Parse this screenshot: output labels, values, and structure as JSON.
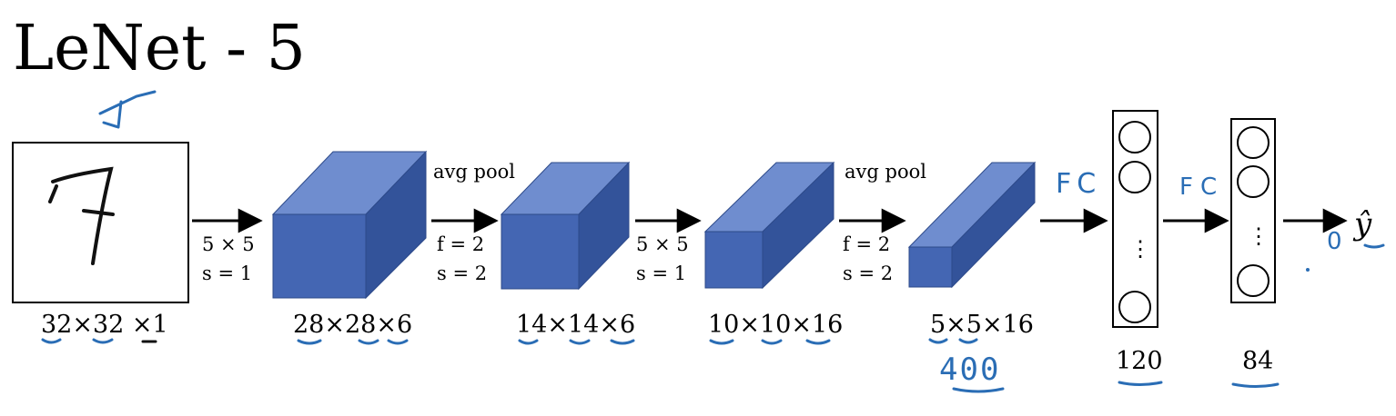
{
  "title": "LeNet - 5",
  "input": {
    "digit": "7",
    "dims": "32×32 ×1"
  },
  "layers": [
    {
      "dims": "28×28×6",
      "op_top": "",
      "op_l1": "5 × 5",
      "op_l2": "s = 1"
    },
    {
      "dims": "14×14×6",
      "op_top": "avg pool",
      "op_l1": "f = 2",
      "op_l2": "s = 2"
    },
    {
      "dims": "10×10×16",
      "op_top": "",
      "op_l1": "5 × 5",
      "op_l2": "s = 1"
    },
    {
      "dims": "5×5×16",
      "op_top": "avg pool",
      "op_l1": "f = 2",
      "op_l2": "s = 2"
    }
  ],
  "fc_layers": [
    {
      "size": "120",
      "dots": "⋮"
    },
    {
      "size": "84",
      "dots": "⋮"
    }
  ],
  "output": {
    "label": "ŷ"
  },
  "handwritten": {
    "flat": "400",
    "fc1": "FC",
    "fc2": "FC",
    "out": "0"
  },
  "colors": {
    "cube_front": "#4466b3",
    "cube_top": "#6f8dcf",
    "cube_side": "#33539a",
    "ink": "#2a6db5",
    "stroke": "#1a1a1a"
  }
}
